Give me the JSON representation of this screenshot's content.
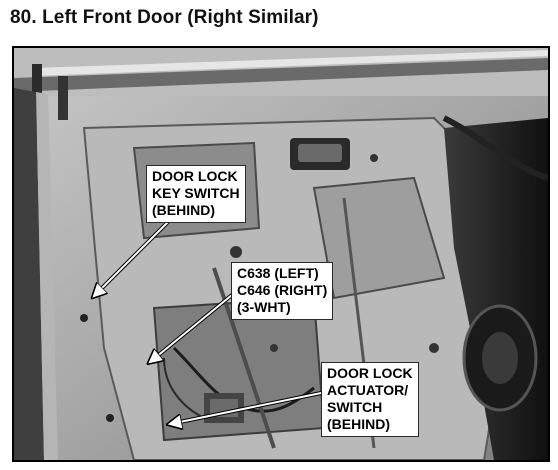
{
  "title": "80. Left Front Door (Right Similar)",
  "callouts": {
    "key_switch": {
      "line1": "DOOR LOCK",
      "line2": "KEY SWITCH",
      "line3": "(BEHIND)"
    },
    "connector": {
      "line1": "C638 (LEFT)",
      "line2": "C646 (RIGHT)",
      "line3": "(3-WHT)"
    },
    "actuator": {
      "line1": "DOOR LOCK",
      "line2": "ACTUATOR/",
      "line3": "SWITCH",
      "line4": "(BEHIND)"
    }
  },
  "photo": {
    "subject": "door-inner-panel-photo"
  }
}
